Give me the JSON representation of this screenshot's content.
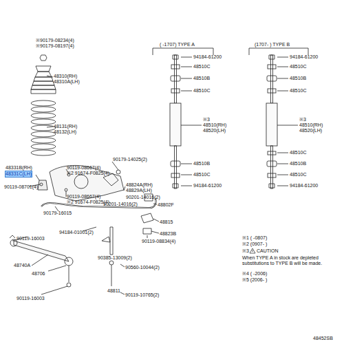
{
  "diagram": {
    "labels": [
      "※90179-08234(4)",
      "※90179-08197(4)",
      "48310(RH)",
      "48310A(LH)",
      "48131(RH)",
      "48132(LH)",
      "48331B(RH)",
      "48331C(LH)",
      "90119-08667(4)",
      "※2 91674-F0825(4)",
      "90179-14025(2)",
      "90119-08701(4)",
      "90119-08667(4)",
      "※2 91674-F0825(4)",
      "48824A(RH)",
      "48829A(LH)",
      "90201-14016(2)",
      "90201-14016(2)",
      "90179-16015",
      "48802F",
      "94184-01001(2)",
      "90119-16003",
      "48815",
      "48823B",
      "90119-08834(4)",
      "90385-13009(2)",
      "48740A",
      "90560-10044(2)",
      "48706",
      "48811",
      "90119-10765(2)",
      "90119-16003",
      "(    -1707) TYPE A",
      "(1707-    ) TYPE B",
      "94184-61200",
      "48510C",
      "48510B",
      "48510C",
      "※3",
      "48510(RH)",
      "48520(LH)",
      "48510B",
      "48510C",
      "94184-61200",
      "94184-61200",
      "48510C",
      "48510B",
      "48510C",
      "※3",
      "48510(RH)",
      "48520(LH)",
      "48510C",
      "48510B",
      "48510C",
      "94184-61200",
      "※1 (    -0807)",
      "※2 (0907-    )",
      "※3",
      "CAUTION",
      "When TYPE A in stock are depleted substitutions to TYPE B will be made.",
      "※4 (    -2006)",
      "※5 (2006-    )",
      "48452SB"
    ]
  }
}
